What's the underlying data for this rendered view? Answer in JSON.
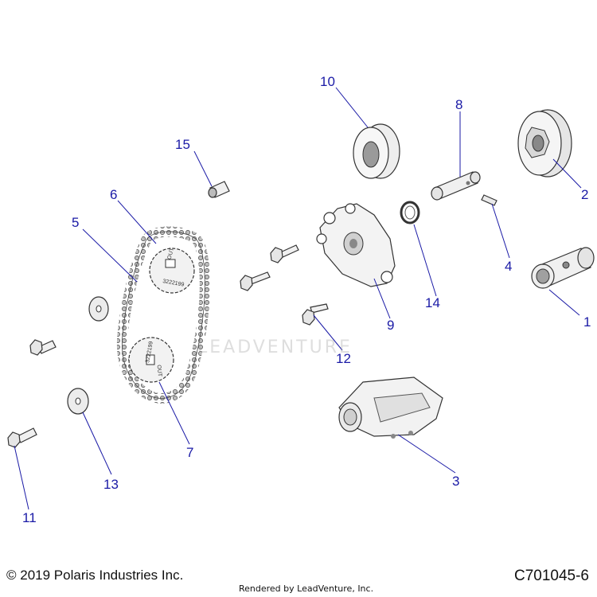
{
  "diagram": {
    "callouts": [
      {
        "id": "1",
        "label": "1"
      },
      {
        "id": "2",
        "label": "2"
      },
      {
        "id": "3",
        "label": "3"
      },
      {
        "id": "4",
        "label": "4"
      },
      {
        "id": "5",
        "label": "5"
      },
      {
        "id": "6",
        "label": "6"
      },
      {
        "id": "7",
        "label": "7"
      },
      {
        "id": "8",
        "label": "8"
      },
      {
        "id": "9",
        "label": "9"
      },
      {
        "id": "10",
        "label": "10"
      },
      {
        "id": "11",
        "label": "11"
      },
      {
        "id": "12",
        "label": "12"
      },
      {
        "id": "13",
        "label": "13"
      },
      {
        "id": "14",
        "label": "14"
      },
      {
        "id": "15",
        "label": "15"
      }
    ],
    "sprocket_text": {
      "top_code": "3222199",
      "top_out": "OUT",
      "bottom_code": "3222199",
      "bottom_out": "OUT"
    },
    "colors": {
      "callout": "#1a1aa6",
      "part_fill": "#f2f2f2",
      "part_stroke": "#333333"
    }
  },
  "watermark": "LEADVENTURE",
  "footer": {
    "copyright": "© 2019 Polaris Industries Inc.",
    "rendered_by": "Rendered by LeadVenture, Inc.",
    "drawing_id": "C701045-6"
  }
}
